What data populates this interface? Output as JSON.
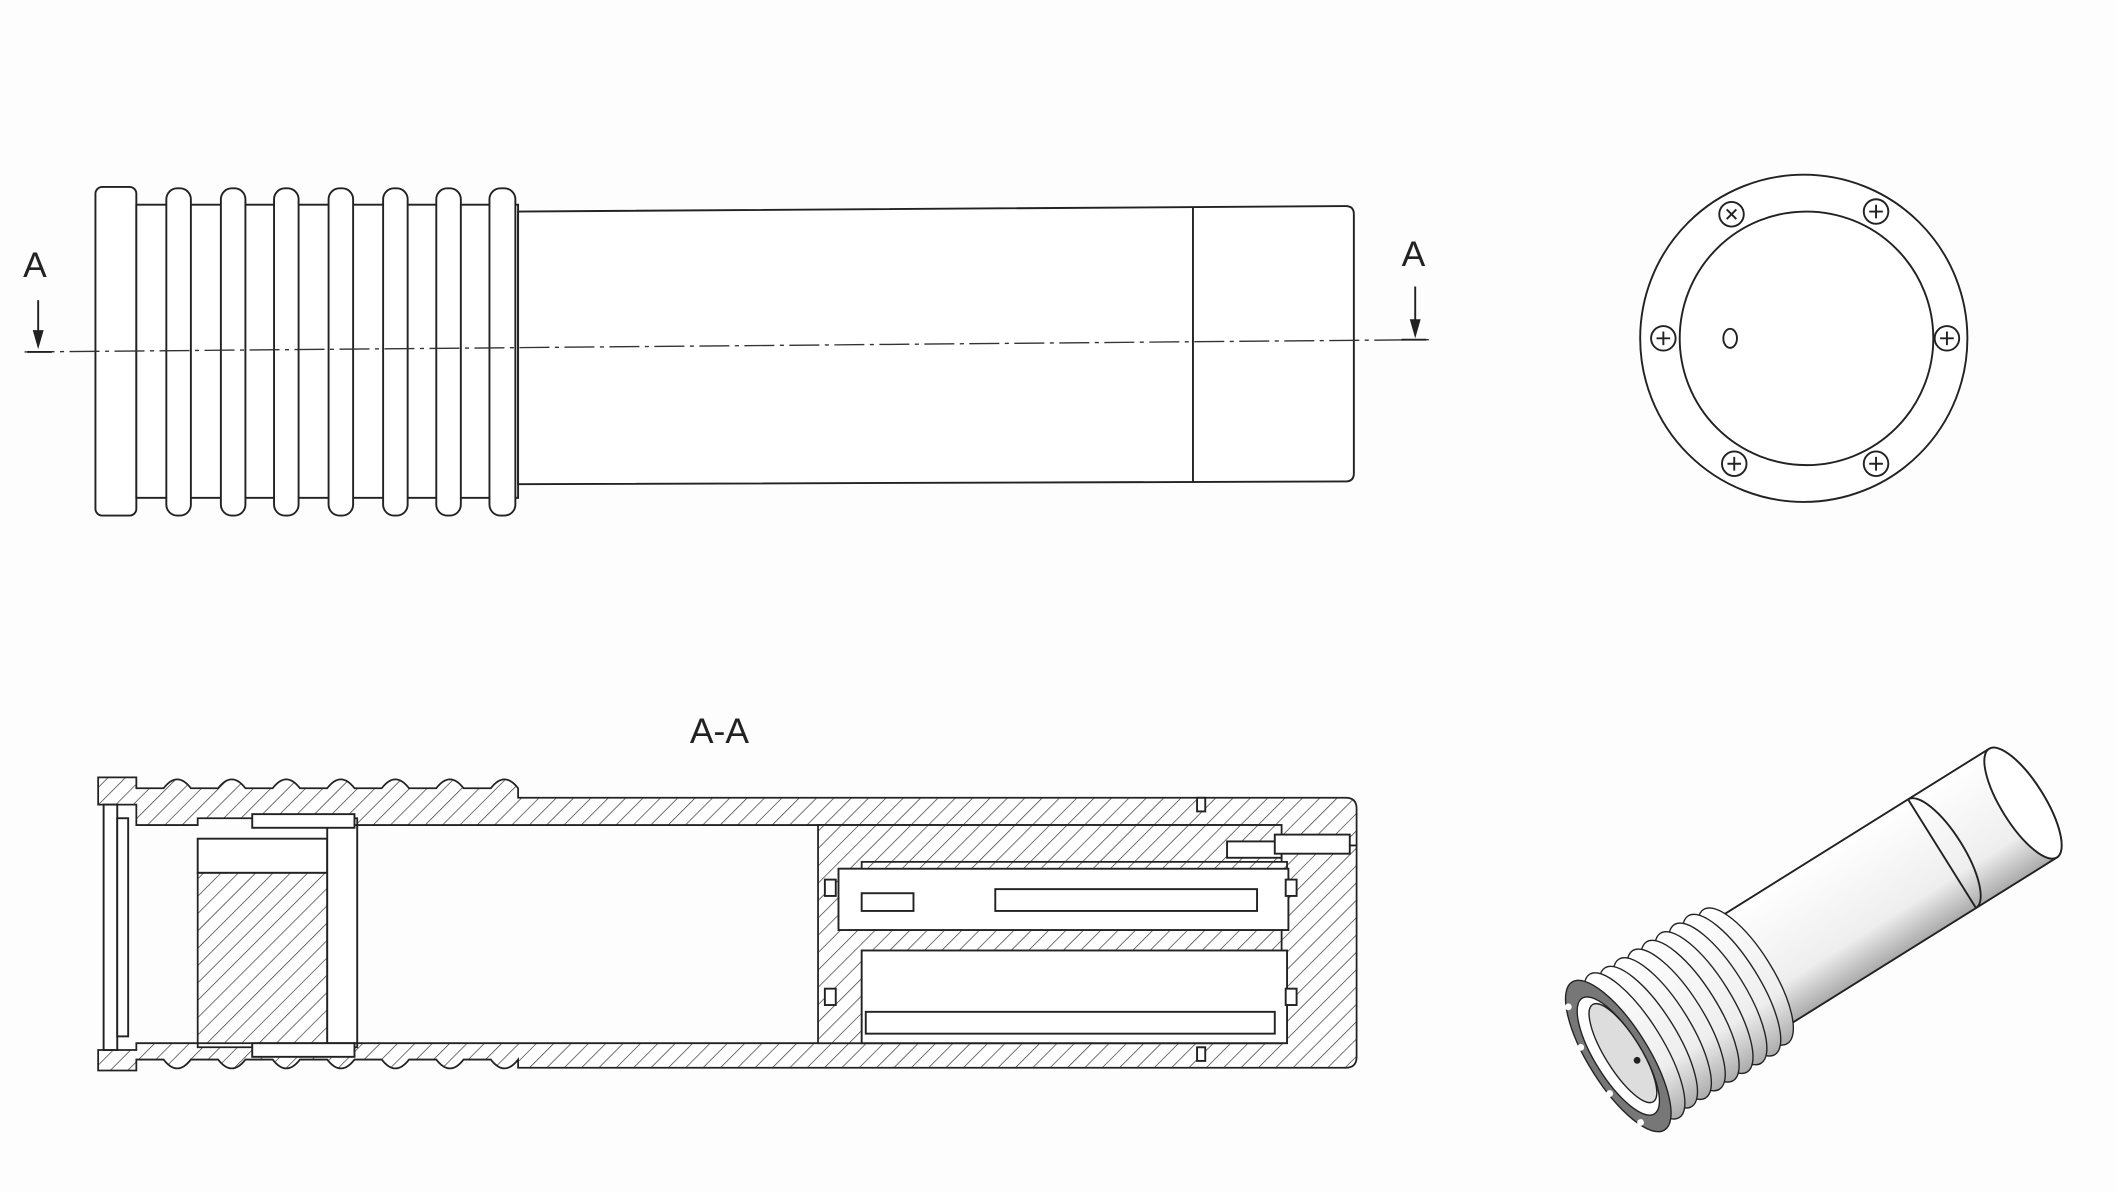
{
  "drawing": {
    "section_marker_left": "A",
    "section_marker_right": "A",
    "section_view_title": "A-A"
  },
  "views": [
    "side-view",
    "end-view",
    "section-view",
    "isometric-view"
  ]
}
